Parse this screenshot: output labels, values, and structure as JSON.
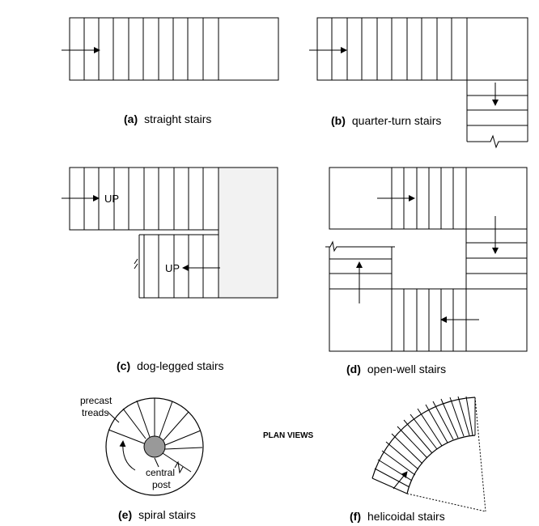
{
  "captions": {
    "a": {
      "letter": "(a)",
      "text": "straight stairs"
    },
    "b": {
      "letter": "(b)",
      "text": "quarter-turn stairs"
    },
    "c": {
      "letter": "(c)",
      "text": "dog-legged stairs"
    },
    "d": {
      "letter": "(d)",
      "text": "open-well stairs"
    },
    "e": {
      "letter": "(e)",
      "text": "spiral stairs"
    },
    "f": {
      "letter": "(f)",
      "text": "helicoidal stairs"
    }
  },
  "center_label": "PLAN VIEWS",
  "labels": {
    "up_top": "UP",
    "up_bottom": "UP",
    "precast_1": "precast",
    "precast_2": "treads",
    "central_1": "central",
    "central_2": "post"
  },
  "colors": {
    "line": "#000000",
    "post_fill": "#999999",
    "landing_fill": "#f2f2f2"
  }
}
